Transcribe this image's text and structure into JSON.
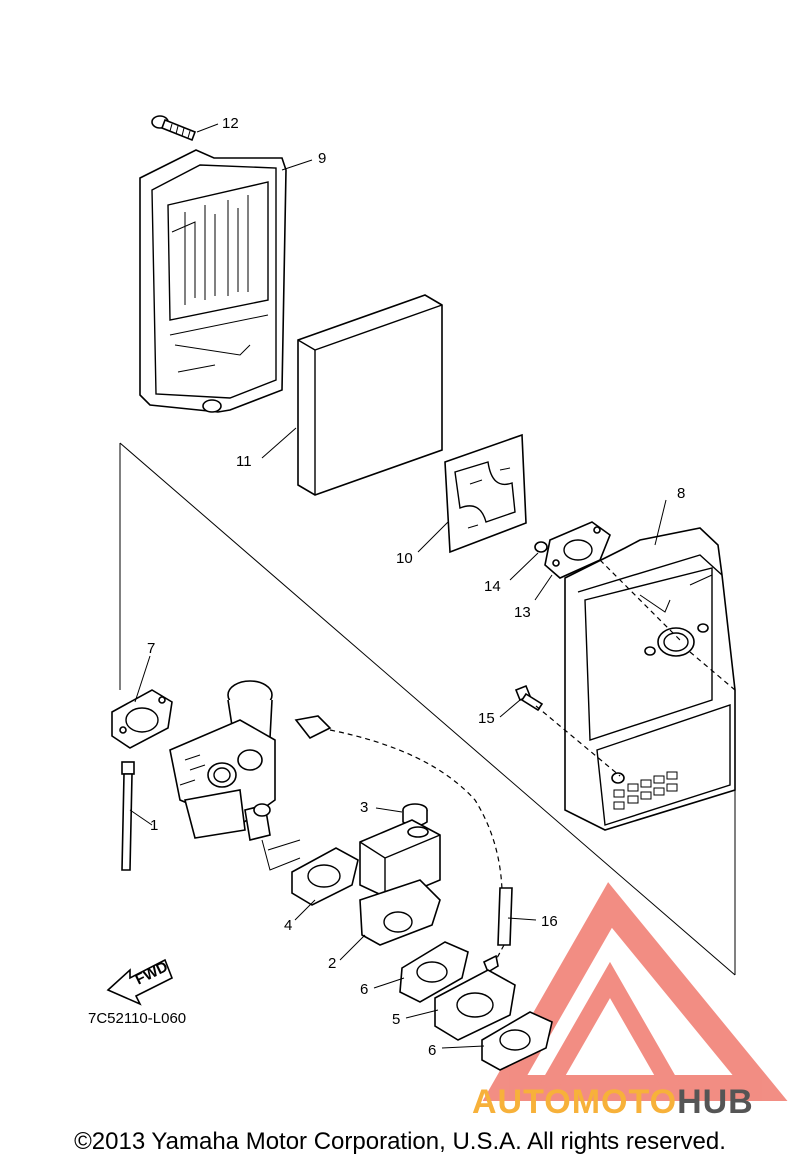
{
  "diagram": {
    "part_callouts": [
      "1",
      "2",
      "3",
      "4",
      "5",
      "6",
      "6",
      "7",
      "8",
      "9",
      "10",
      "11",
      "12",
      "13",
      "14",
      "15",
      "16"
    ],
    "fwd_label": "FWD",
    "drawing_code": "7C52110-L060"
  },
  "watermark": {
    "text_part1": "AUTOMOTO",
    "text_part2": "HUB",
    "colors": {
      "logo_red": "#f07a6e",
      "text_orange": "#f7b13a",
      "text_gray": "#555555"
    }
  },
  "footer": {
    "copyright": "©2013 Yamaha Motor Corporation, U.S.A. All rights reserved."
  }
}
